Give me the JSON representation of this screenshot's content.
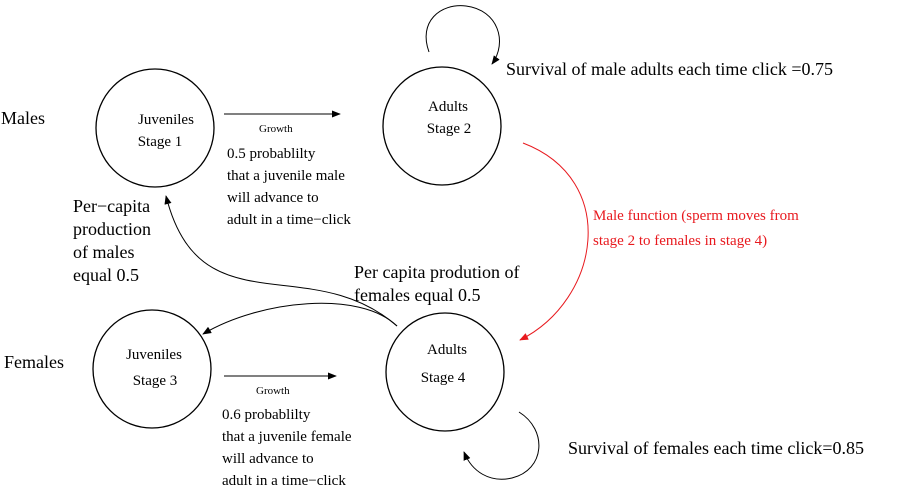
{
  "row_labels": {
    "males": "Males",
    "females": "Females"
  },
  "nodes": {
    "juv_male": [
      "Juveniles",
      "Stage 1"
    ],
    "adult_male": [
      "Adults",
      "Stage 2"
    ],
    "juv_female": [
      "Juveniles",
      "Stage 3"
    ],
    "adult_female": [
      "Adults",
      "Stage 4"
    ]
  },
  "edges": {
    "growth_male_label": "Growth",
    "growth_female_label": "Growth",
    "male_growth_prob": [
      "0.5 probablilty",
      "that a juvenile male",
      "will advance to",
      "adult in a time−click"
    ],
    "female_growth_prob": [
      "0.6 probablilty",
      "that a juvenile female",
      "will advance to",
      "adult in a time−click"
    ],
    "male_survival": "Survival of male adults each time click =0.75",
    "female_survival": "Survival of females each time click=0.85",
    "male_function": [
      "Male function (sperm moves from",
      "stage 2 to females in stage 4)"
    ],
    "female_production": [
      "Per capita prodution of",
      "females equal 0.5"
    ],
    "male_production": [
      "Per−capita",
      "production",
      "of males",
      "equal 0.5"
    ]
  },
  "colors": {
    "line": "#000000",
    "male_function": "#e8191e"
  }
}
